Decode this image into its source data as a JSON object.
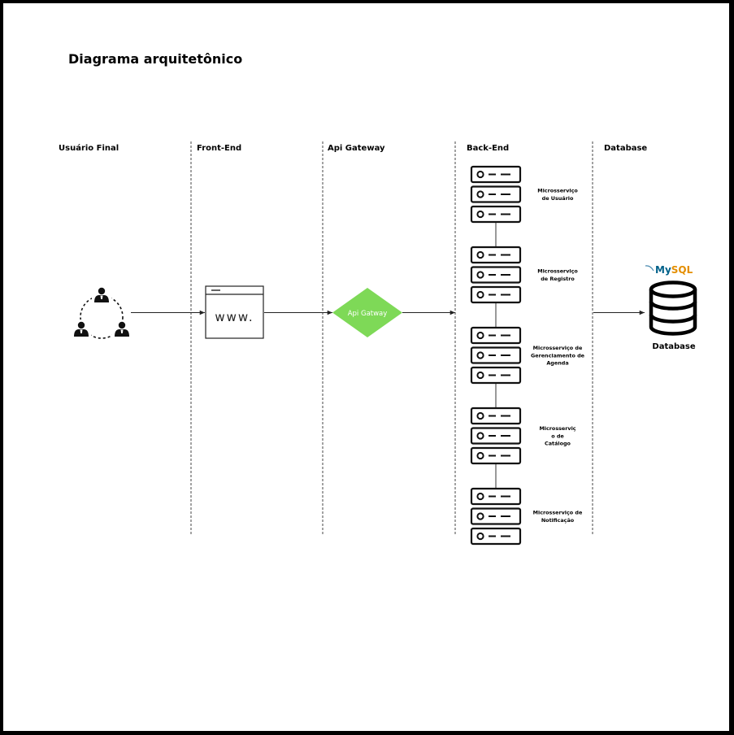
{
  "title": "Diagrama arquitetônico",
  "lanes": [
    "Usuário Final",
    "Front-End",
    "Api Gateway",
    "Back-End",
    "Database"
  ],
  "frontend": {
    "www_text": "www."
  },
  "gateway": {
    "label": "Api Gatway",
    "color": "#7ed957"
  },
  "microservices": [
    {
      "lines": [
        "Microsserviço",
        "de Usuário"
      ]
    },
    {
      "lines": [
        "Microsserviço",
        "de  Registro"
      ]
    },
    {
      "lines": [
        "Microsserviço de",
        "Gerenciamento de",
        "Agenda"
      ]
    },
    {
      "lines": [
        "Microsserviç",
        "o de",
        "Catálogo"
      ]
    },
    {
      "lines": [
        "Microsserviço de",
        "Notificação"
      ]
    }
  ],
  "database": {
    "logo_my": "My",
    "logo_sql": "SQL",
    "logo_my_color": "#00618a",
    "logo_sql_color": "#e48e00",
    "label": "Database"
  }
}
